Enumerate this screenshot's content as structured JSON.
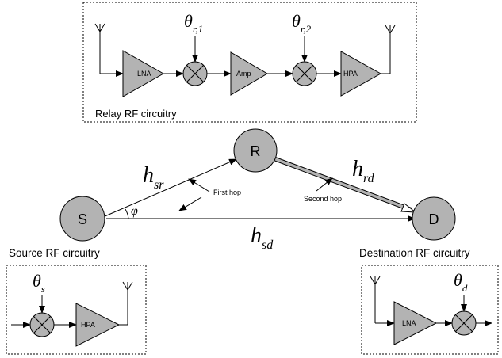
{
  "relay_box": {
    "caption": "Relay RF circuitry",
    "blocks": {
      "lna": "LNA",
      "amp": "Amp",
      "hpa": "HPA"
    },
    "phase1": {
      "base": "θ",
      "sub": "r,1"
    },
    "phase2": {
      "base": "θ",
      "sub": "r,2"
    }
  },
  "nodes": {
    "source": "S",
    "relay": "R",
    "destination": "D"
  },
  "links": {
    "h_sr": {
      "base": "h",
      "sub": "sr"
    },
    "h_rd": {
      "base": "h",
      "sub": "rd"
    },
    "h_sd": {
      "base": "h",
      "sub": "sd"
    }
  },
  "angle_label": "φ",
  "annotations": {
    "first_hop": "First hop",
    "second_hop": "Second hop"
  },
  "source_box": {
    "caption": "Source RF circuitry",
    "hpa": "HPA",
    "phase": {
      "base": "θ",
      "sub": "s"
    }
  },
  "destination_box": {
    "caption": "Destination RF circuitry",
    "lna": "LNA",
    "phase": {
      "base": "θ",
      "sub": "d"
    }
  },
  "colors": {
    "block_fill": "#b3b3b3",
    "line": "#000000",
    "background": "#ffffff"
  }
}
